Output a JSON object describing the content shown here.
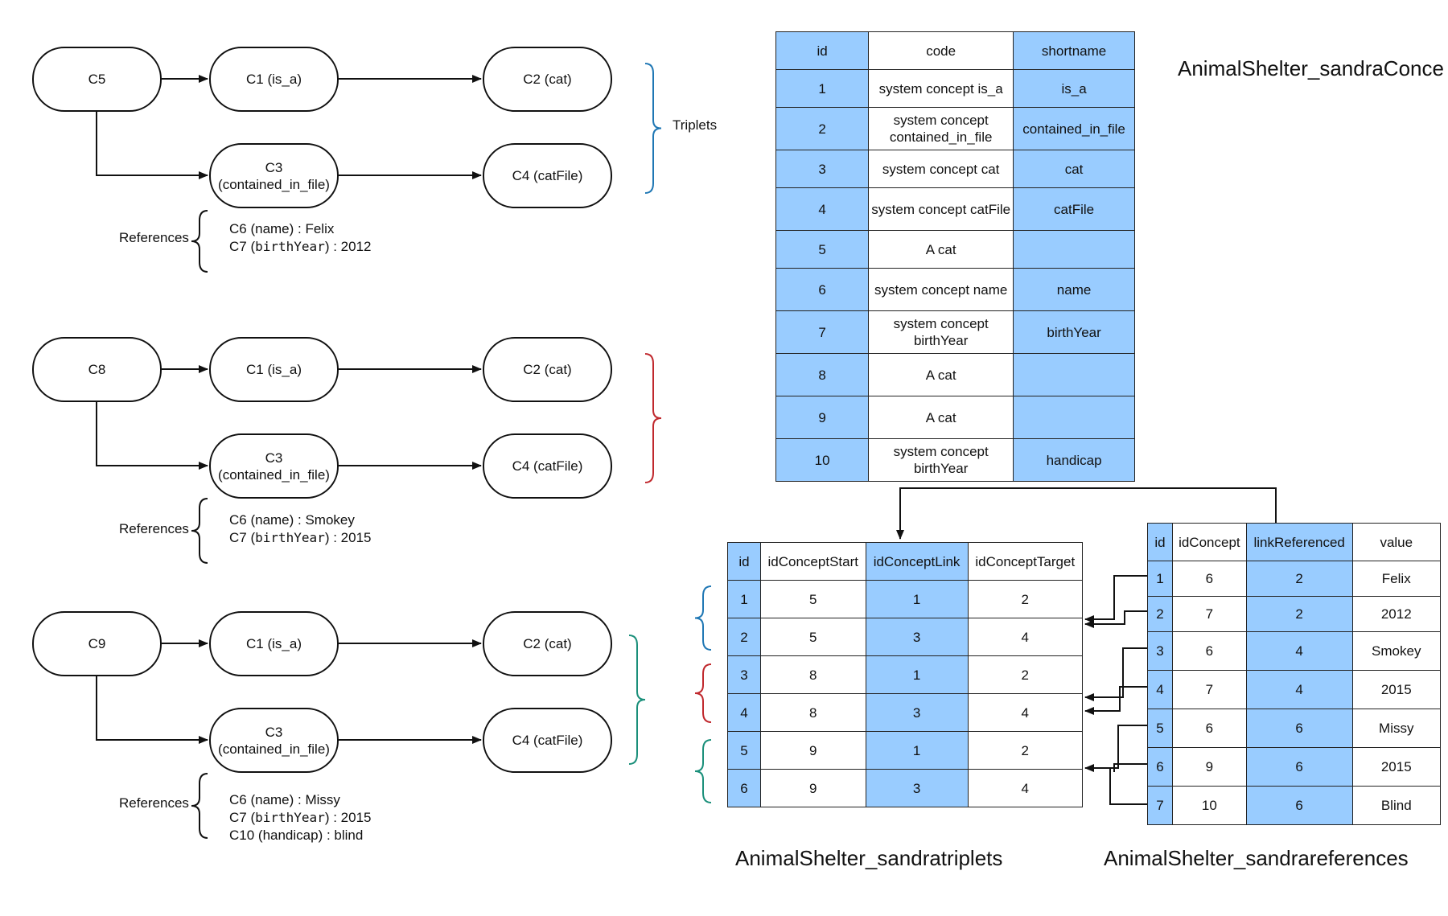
{
  "groups": [
    {
      "root": "C5",
      "is_a": "C1 (is_a)",
      "cat": "C2 (cat)",
      "contained_line1": "C3",
      "contained_line2": "(contained_in_file)",
      "catfile": "C4 (catFile)",
      "refs_label": "References",
      "refs": [
        {
          "pre": "C6 (name) : Felix",
          "mono": "",
          "post": ""
        },
        {
          "pre": "C7 (",
          "mono": "birthYear",
          "post": ") : 2012"
        }
      ]
    },
    {
      "root": "C8",
      "is_a": "C1 (is_a)",
      "cat": "C2 (cat)",
      "contained_line1": "C3",
      "contained_line2": "(contained_in_file)",
      "catfile": "C4 (catFile)",
      "refs_label": "References",
      "refs": [
        {
          "pre": "C6 (name) : Smokey",
          "mono": "",
          "post": ""
        },
        {
          "pre": "C7 (",
          "mono": "birthYear",
          "post": ") : 2015"
        }
      ]
    },
    {
      "root": "C9",
      "is_a": "C1 (is_a)",
      "cat": "C2 (cat)",
      "contained_line1": "C3",
      "contained_line2": "(contained_in_file)",
      "catfile": "C4 (catFile)",
      "refs_label": "References",
      "refs": [
        {
          "pre": "C6 (name) : Missy",
          "mono": "",
          "post": ""
        },
        {
          "pre": "C7 (",
          "mono": "birthYear",
          "post": ") : 2015"
        },
        {
          "pre": "C10 (handicap) : blind",
          "mono": "",
          "post": ""
        }
      ]
    }
  ],
  "triplets_label": "Triplets",
  "colors": {
    "blue": "#1f77b4",
    "red": "#c0282d",
    "green": "#1a8f7a",
    "highlight": "#99ccff"
  },
  "concepts": {
    "name": "AnimalShelter_sandraConce",
    "headers": [
      "id",
      "code",
      "shortname"
    ],
    "rows": [
      [
        "1",
        "system concept is_a",
        "is_a"
      ],
      [
        "2",
        "system concept contained_in_file",
        "contained_in_file"
      ],
      [
        "3",
        "system concept cat",
        "cat"
      ],
      [
        "4",
        "system concept catFile",
        "catFile"
      ],
      [
        "5",
        "A cat",
        ""
      ],
      [
        "6",
        "system concept name",
        "name"
      ],
      [
        "7",
        "system concept birthYear",
        "birthYear"
      ],
      [
        "8",
        "A cat",
        ""
      ],
      [
        "9",
        "A cat",
        ""
      ],
      [
        "10",
        "system concept birthYear",
        "handicap"
      ]
    ]
  },
  "triplets": {
    "name": "AnimalShelter_sandratriplets",
    "headers": [
      "id",
      "idConceptStart",
      "idConceptLink",
      "idConceptTarget"
    ],
    "rows": [
      [
        "1",
        "5",
        "1",
        "2"
      ],
      [
        "2",
        "5",
        "3",
        "4"
      ],
      [
        "3",
        "8",
        "1",
        "2"
      ],
      [
        "4",
        "8",
        "3",
        "4"
      ],
      [
        "5",
        "9",
        "1",
        "2"
      ],
      [
        "6",
        "9",
        "3",
        "4"
      ]
    ]
  },
  "references": {
    "name": "AnimalShelter_sandrareferences",
    "headers": [
      "id",
      "idConcept",
      "linkReferenced",
      "value"
    ],
    "rows": [
      [
        "1",
        "6",
        "2",
        "Felix"
      ],
      [
        "2",
        "7",
        "2",
        "2012"
      ],
      [
        "3",
        "6",
        "4",
        "Smokey"
      ],
      [
        "4",
        "7",
        "4",
        "2015"
      ],
      [
        "5",
        "6",
        "6",
        "Missy"
      ],
      [
        "6",
        "9",
        "6",
        "2015"
      ],
      [
        "7",
        "10",
        "6",
        "Blind"
      ]
    ]
  }
}
